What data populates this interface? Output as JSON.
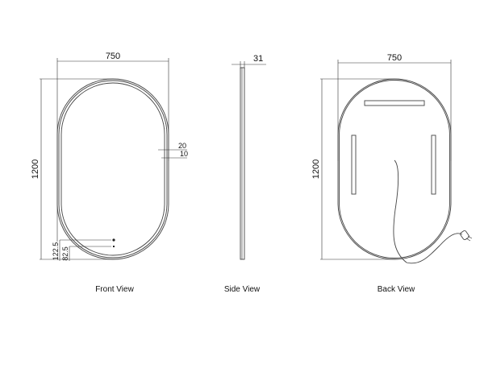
{
  "front_view": {
    "caption": "Front View",
    "width_dim": "750",
    "height_dim": "1200",
    "frame_dim": "20",
    "inset_dim": "10",
    "sensor_dim_upper": "122.5",
    "sensor_dim_lower": "82.5"
  },
  "side_view": {
    "caption": "Side View",
    "depth_dim": "31"
  },
  "back_view": {
    "caption": "Back View",
    "width_dim": "750",
    "height_dim": "1200"
  }
}
